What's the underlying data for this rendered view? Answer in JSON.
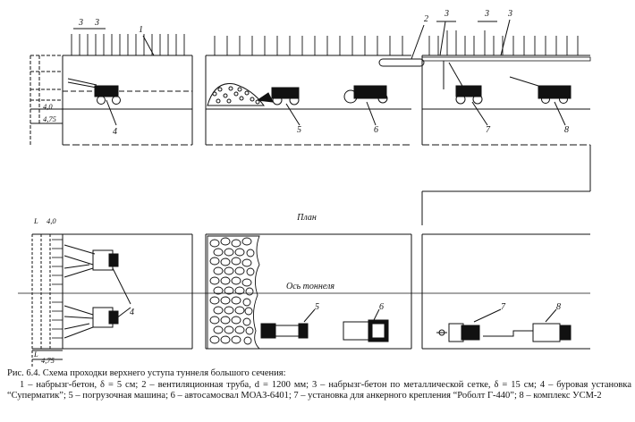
{
  "figure": {
    "labels": {
      "l1": "1",
      "l2": "2",
      "l3a": "3",
      "l3b": "3",
      "l3c": "3",
      "l3d": "3",
      "l4_top": "4",
      "l5_top": "5",
      "l6_top": "6",
      "l7_top": "7",
      "l8_top": "8",
      "l4_bottom": "4",
      "l5_bottom": "5",
      "l6_bottom": "6",
      "l7_bottom": "7",
      "l8_bottom": "8",
      "dim_40_top": "4,0",
      "dim_475_top": "4,75",
      "dim_L_bottom": "L",
      "dim_40_bottom": "4,0",
      "dim_L_bottom2": "L",
      "dim_475_bottom": "4,75",
      "plan": "План",
      "axis": "Ось тоннеля"
    }
  },
  "caption": {
    "title": "Рис. 6.4. Схема проходки верхнего уступа туннеля большого сечения:",
    "legend": "1 – набрызг-бетон, δ = 5 см; 2 – вентиляционная труба, d = 1200 мм; 3 – набрызг-бетон по металлической сетке, δ = 15 см; 4 – буровая установка “Суперматик”; 5 – погрузочная машина; 6 – автосамосвал МОАЗ-6401; 7 – установка для анкерного крепления “Роболт Г-440”; 8 – комплекс УСМ-2"
  }
}
